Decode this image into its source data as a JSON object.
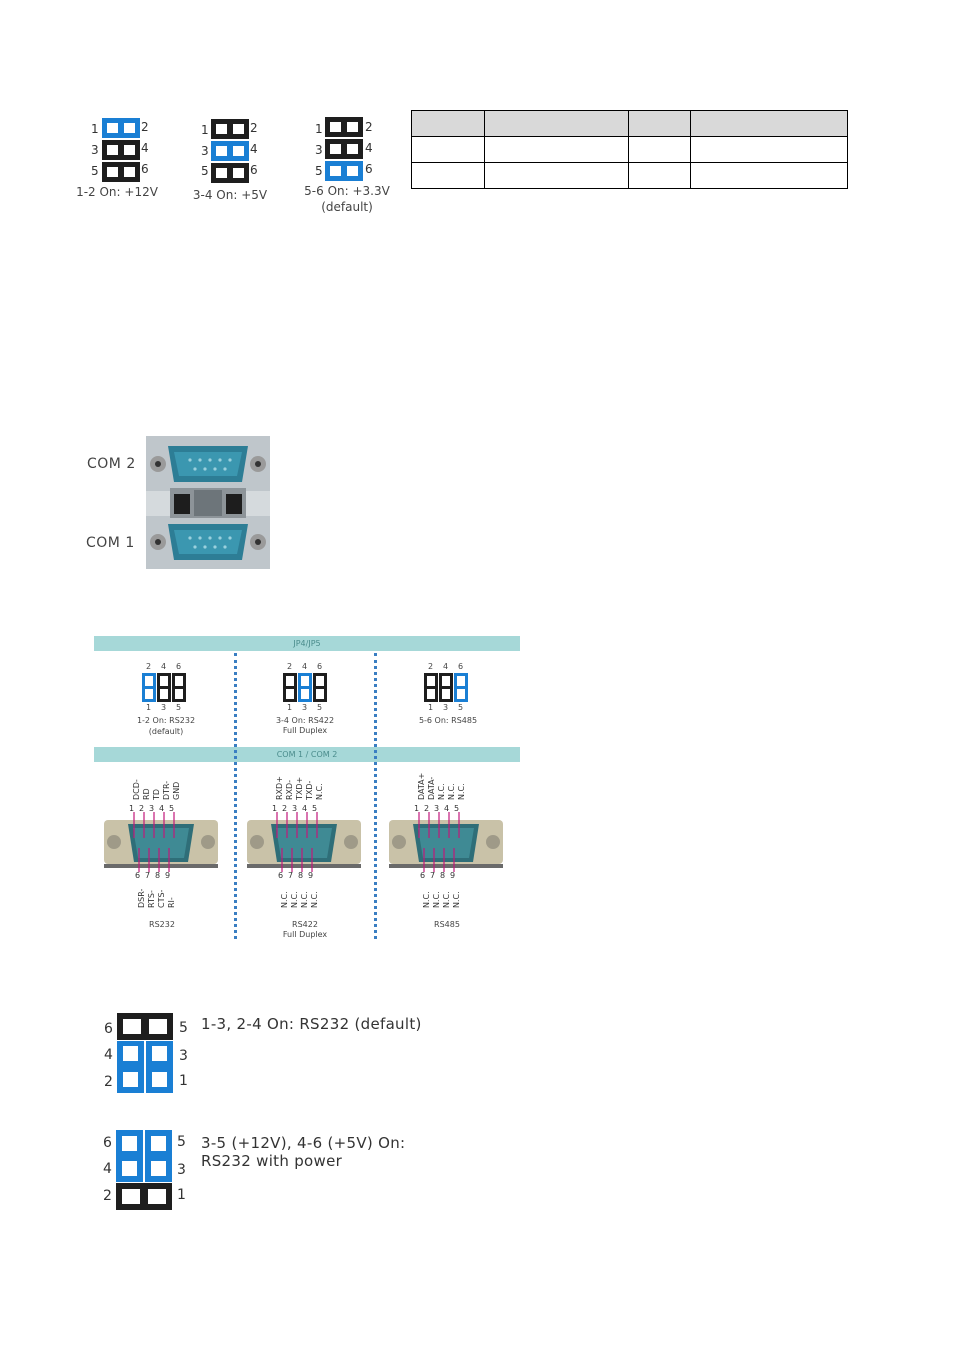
{
  "power_jumper": {
    "options": [
      {
        "caption": "1-2 On: +12V",
        "active_row": 0
      },
      {
        "caption": "3-4 On: +5V",
        "active_row": 1
      },
      {
        "caption": "5-6 On: +3.3V",
        "note": "(default)",
        "active_row": 2
      }
    ],
    "pins_left": [
      "1",
      "3",
      "5"
    ],
    "pins_right": [
      "2",
      "4",
      "6"
    ]
  },
  "com_photo": {
    "top_label": "COM 2",
    "bottom_label": "COM 1"
  },
  "diagram": {
    "band_top": "JP4/JP5",
    "band_mid": "COM 1 / COM 2",
    "jumper_top_nums": [
      "2",
      "4",
      "6"
    ],
    "jumper_bottom_nums": [
      "1",
      "3",
      "5"
    ],
    "modes": [
      {
        "caption": "1-2 On: RS232",
        "note": "(default)",
        "active_col": 0,
        "top_pins": [
          "DCD-",
          "RD",
          "TD",
          "DTR-",
          "GND"
        ],
        "bottom_pins": [
          "DSR-",
          "RTS-",
          "CTS-",
          "RI-"
        ],
        "name": "RS232",
        "name2": ""
      },
      {
        "caption": "3-4 On: RS422",
        "note": "Full Duplex",
        "active_col": 1,
        "top_pins": [
          "RXD+",
          "RXD-",
          "TXD+",
          "TXD-",
          "N.C."
        ],
        "bottom_pins": [
          "N.C.",
          "N.C.",
          "N.C.",
          "N.C."
        ],
        "name": "RS422",
        "name2": "Full Duplex"
      },
      {
        "caption": "5-6 On: RS485",
        "note": "",
        "active_col": 2,
        "top_pins": [
          "DATA+",
          "DATA-",
          "N.C.",
          "N.C.",
          "N.C."
        ],
        "bottom_pins": [
          "N.C.",
          "N.C.",
          "N.C.",
          "N.C."
        ],
        "name": "RS485",
        "name2": ""
      }
    ],
    "top_pin_nums": [
      "1",
      "2",
      "3",
      "4",
      "5"
    ],
    "bottom_pin_nums": [
      "6",
      "7",
      "8",
      "9"
    ]
  },
  "power_com_jumper": {
    "options": [
      {
        "caption": "1-3, 2-4 On: RS232 (default)",
        "caption2": "",
        "active_rows": [
          1,
          2
        ]
      },
      {
        "caption": "3-5 (+12V), 4-6 (+5V)   On:",
        "caption2": "RS232 with power",
        "active_rows": [
          0,
          1
        ]
      }
    ],
    "pins_left": [
      "6",
      "4",
      "2"
    ],
    "pins_right": [
      "5",
      "3",
      "1"
    ]
  }
}
